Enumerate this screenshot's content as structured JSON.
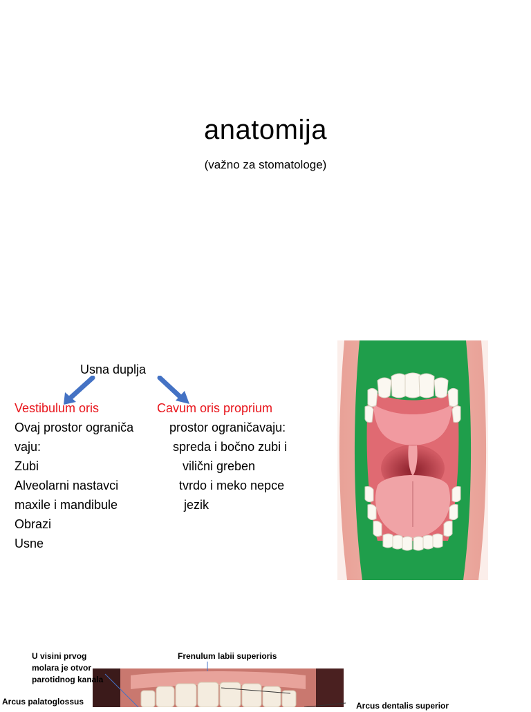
{
  "slide1": {
    "title": "anatomija",
    "subtitle": "(važno za stomatologe)"
  },
  "slide2": {
    "root": "Usna  duplja",
    "left": {
      "heading": "Vestibulum oris",
      "lines": [
        "Ovaj prostor ograniča",
        "vaju:",
        "Zubi",
        "Alveolarni nastavci",
        "maxile i mandibule",
        "Obrazi",
        "Usne"
      ]
    },
    "right": {
      "heading": "Cavum oris proprium",
      "lines": [
        "prostor ograničavaju:",
        "spreda i bočno zubi i",
        "vilični greben",
        "tvrdo i meko nepce",
        "jezik"
      ]
    },
    "colors": {
      "heading": "#e8141b",
      "arrow": "#4472c4"
    }
  },
  "slide3": {
    "label_molar": [
      "U visini prvog",
      "molara je otvor",
      "parotidnog kanala"
    ],
    "label_frenulum": "Frenulum labii superioris",
    "label_palatoglossus": "Arcus palatoglossus",
    "label_dentalis": "Arcus dentalis superior"
  }
}
